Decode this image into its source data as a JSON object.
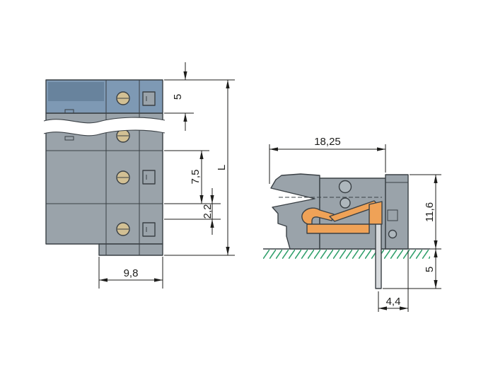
{
  "front_view": {
    "dim_pole_pitch": "5",
    "dim_contact_pitch": "7,5",
    "dim_offset": "2,2",
    "dim_total_length": "L",
    "dim_depth": "9,8"
  },
  "side_view": {
    "dim_width": "18,25",
    "dim_height_above_board": "11,6",
    "dim_pin_length": "5",
    "dim_pin_offset": "4,4"
  },
  "colors": {
    "housing_gray": "#9aa3aa",
    "panel_gray_dark": "#8d979e",
    "hole_gray": "#aeb7bd",
    "accent_blue": "#7e99b4",
    "accent_blue_dark": "#68839d",
    "screw_tan": "#d2c094",
    "contact_orange": "#efa257",
    "pin_gray": "#d7dadd",
    "board_green": "#31a06c",
    "outline": "#3a4045",
    "dimension_ink": "#1d1d1b",
    "background": "#ffffff"
  }
}
